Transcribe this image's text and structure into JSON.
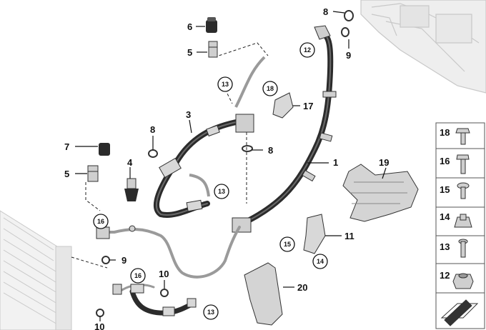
{
  "callouts": {
    "c1": "1",
    "c3": "3",
    "c4": "4",
    "c5a": "5",
    "c5b": "5",
    "c6": "6",
    "c7": "7",
    "c8a": "8",
    "c8b": "8",
    "c8c": "8",
    "c9a": "9",
    "c9b": "9",
    "c10a": "10",
    "c10b": "10",
    "c11": "11",
    "c17": "17",
    "c19": "19",
    "c20": "20",
    "c12": "12",
    "c13a": "13",
    "c13b": "13",
    "c13c": "13",
    "c14": "14",
    "c15": "15",
    "c16a": "16",
    "c16b": "16",
    "c18": "18"
  },
  "legend": {
    "items": [
      "18",
      "16",
      "15",
      "14",
      "13",
      "12"
    ]
  },
  "colors": {
    "hose": "#2b2b2b",
    "pipe": "#9a9a9a",
    "ghost": "#c8c8c8",
    "frame": "#555555"
  }
}
